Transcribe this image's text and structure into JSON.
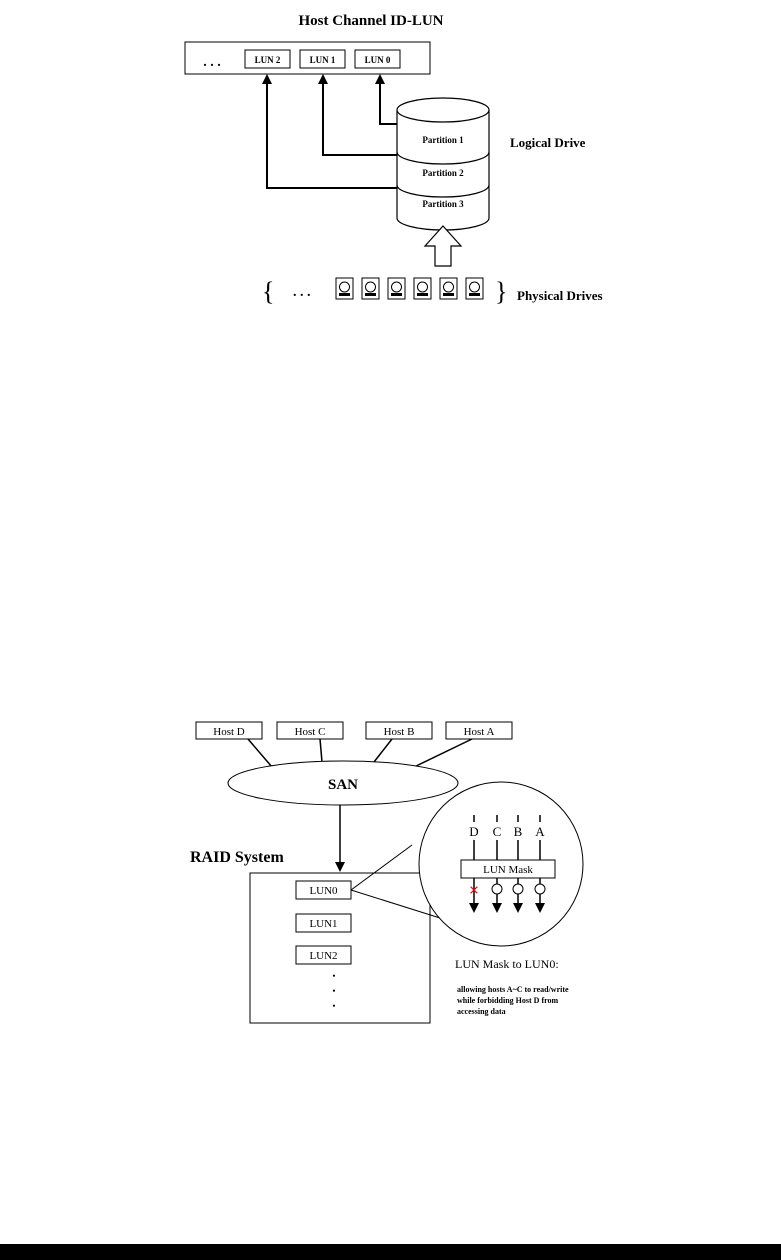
{
  "diagram1": {
    "title": "Host Channel ID-LUN",
    "ellipsis": ". . .",
    "luns": [
      "LUN 2",
      "LUN 1",
      "LUN 0"
    ],
    "partitions": [
      "Partition 1",
      "Partition 2",
      "Partition 3"
    ],
    "logical_drive_label": "Logical Drive",
    "physical_drives_label": "Physical Drives",
    "physical_ellipsis": ". . ."
  },
  "diagram2": {
    "hosts": [
      "Host D",
      "Host C",
      "Host B",
      "Host A"
    ],
    "san_label": "SAN",
    "raid_label": "RAID System",
    "luns": [
      "LUN0",
      "LUN1",
      "LUN2"
    ],
    "lun_dots": [
      "•",
      "•",
      "•"
    ],
    "mask_hosts": [
      "D",
      "C",
      "B",
      "A"
    ],
    "mask_label": "LUN Mask",
    "mask_title": "LUN Mask to LUN0:",
    "mask_note_lines": [
      "allowing hosts A~C to read/write",
      "while forbidding Host D from",
      "accessing data"
    ],
    "deny_mark": "×"
  }
}
